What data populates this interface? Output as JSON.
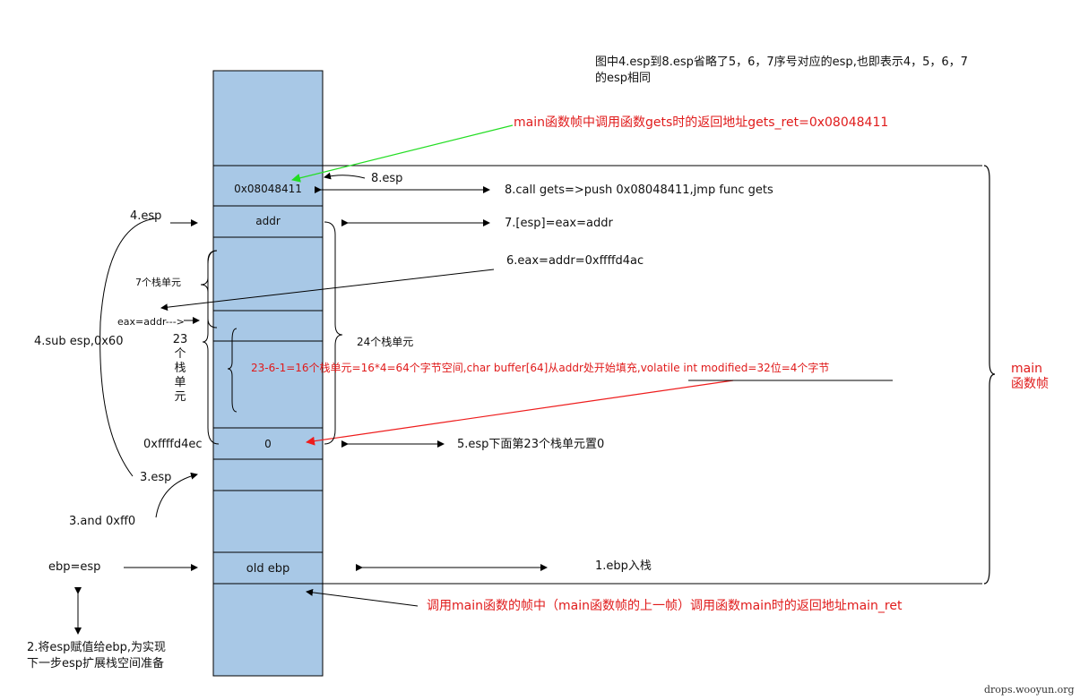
{
  "notes": {
    "top_line1": "图中4.esp到8.esp省略了5，6，7序号对应的esp,也即表示4，5，6，7",
    "top_line2": "的esp相同",
    "gets_ret": "main函数帧中调用函数gets时的返回地址gets_ret=0x08048411",
    "main_ret": "调用main函数的帧中（main函数帧的上一帧）调用函数main时的返回地址main_ret",
    "buffer_note": "23-6-1=16个栈单元=16*4=64个字节空间,char buffer[64]从addr处开始填充,volatile int modified=32位=4个字节",
    "main_frame_1": "main",
    "main_frame_2": "函数帧",
    "watermark": "drops.wooyun.org"
  },
  "stack": {
    "cell_ret": "0x08048411",
    "cell_addr": "addr",
    "cell_zero": "0",
    "cell_ebp": "old ebp"
  },
  "labels": {
    "esp8": "8.esp",
    "esp4": "4.esp",
    "esp3": "3.esp",
    "sub_esp": "4.sub esp,0x60",
    "seven_units": "7个栈单元",
    "eax_addr": "eax=addr--->",
    "units23": [
      "23",
      "个",
      "栈",
      "单",
      "元"
    ],
    "units24": "24个栈单元",
    "addr_ffff": "0xffffd4ec",
    "and_ff0": "3.and 0xff0",
    "ebp_esp": "ebp=esp",
    "step2_line1": "2.将esp赋值给ebp,为实现",
    "step2_line2": "下一步esp扩展栈空间准备"
  },
  "steps": {
    "s8": "8.call gets=>push 0x08048411,jmp func gets",
    "s7": "7.[esp]=eax=addr",
    "s6": "6.eax=addr=0xffffd4ac",
    "s5": "5.esp下面第23个栈单元置0",
    "s1": "1.ebp入栈"
  },
  "colors": {
    "stack_fill": "#a8c8e6",
    "red_text": "#e01b1b",
    "green_arrow": "#22dd22",
    "red_arrow": "#ee1c1c"
  }
}
